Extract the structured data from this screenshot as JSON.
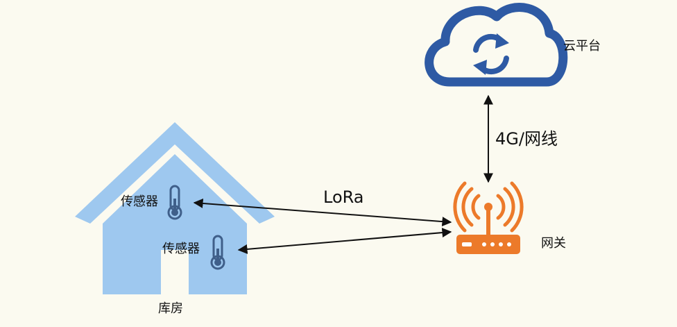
{
  "labels": {
    "cloud": "云平台",
    "link_4g": "4G/网线",
    "lora": "LoRa",
    "gateway": "网关",
    "sensor_1": "传感器",
    "sensor_2": "传感器",
    "warehouse": "库房"
  },
  "colors": {
    "background": "#fbfaf0",
    "cloud": "#2e5aa4",
    "house": "#9ec8ef",
    "gateway": "#ec7a2a",
    "thermometer": "#3f5f8a",
    "arrow": "#111111"
  },
  "icons": {
    "cloud": "cloud-sync-icon",
    "gateway": "wifi-router-icon",
    "sensor": "thermometer-icon",
    "warehouse": "house-icon"
  }
}
